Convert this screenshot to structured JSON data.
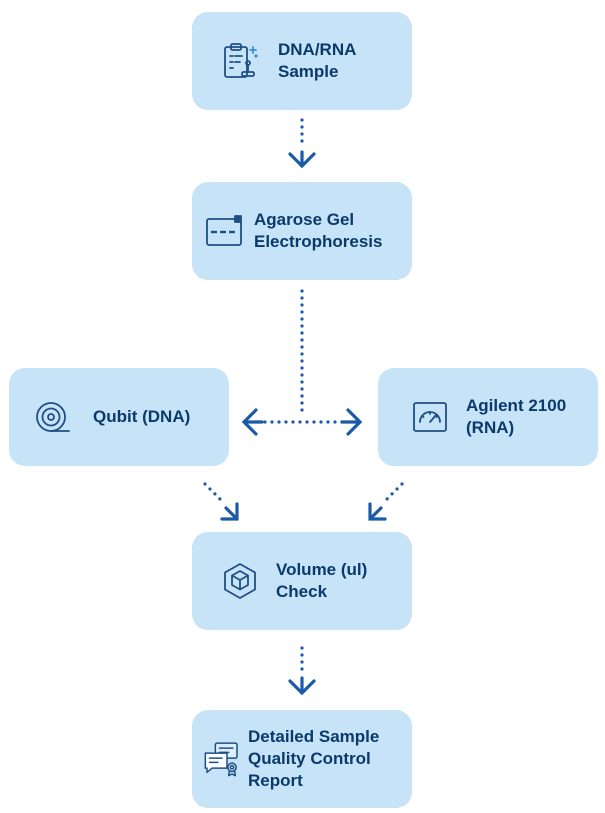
{
  "nodes": {
    "sample": {
      "lines": [
        "DNA/RNA",
        "Sample"
      ],
      "icon": "clipboard-icon"
    },
    "gel": {
      "lines": [
        "Agarose Gel",
        "Electrophoresis"
      ],
      "icon": "gel-icon"
    },
    "qubit": {
      "lines": [
        "Qubit (DNA)"
      ],
      "icon": "qubit-icon"
    },
    "agilent": {
      "lines": [
        "Agilent 2100",
        "(RNA)"
      ],
      "icon": "gauge-icon"
    },
    "volume": {
      "lines": [
        "Volume (ul)",
        "Check"
      ],
      "icon": "cube-icon"
    },
    "report": {
      "lines": [
        "Detailed Sample",
        "Quality Control",
        "Report"
      ],
      "icon": "report-icon"
    }
  },
  "colors": {
    "node_fill": "#c6e3f7",
    "text": "#0a3a6b",
    "arrow": "#1a5aa8"
  }
}
